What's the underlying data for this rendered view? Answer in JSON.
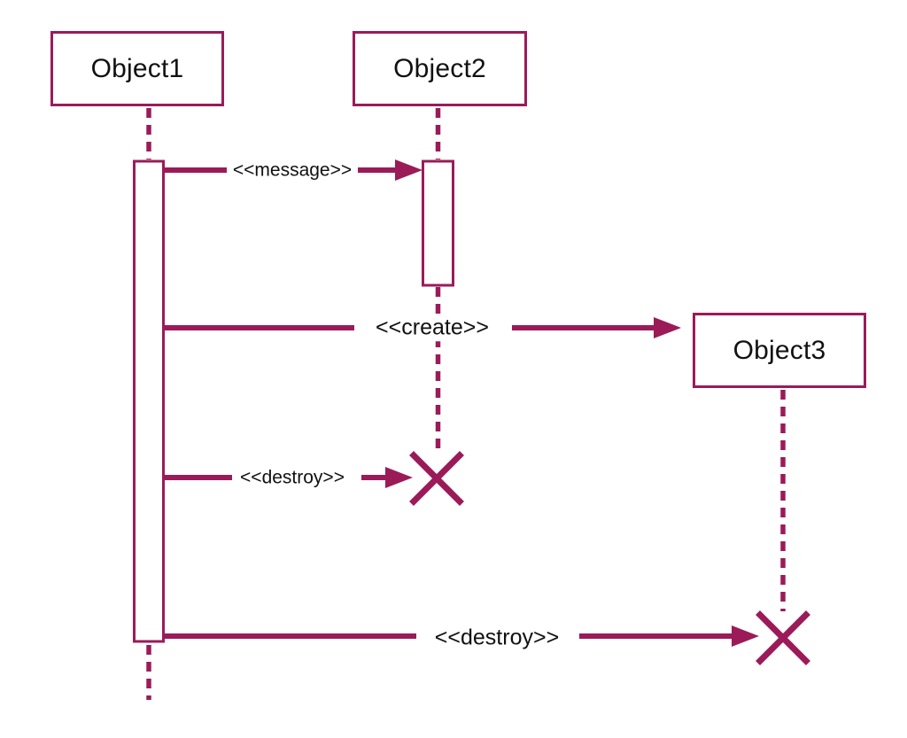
{
  "diagram": {
    "kind": "uml-sequence-diagram",
    "colors": {
      "stroke": "#9B1B59",
      "text": "#111111",
      "background": "#FFFFFF"
    },
    "objects": [
      {
        "label": "Object1"
      },
      {
        "label": "Object2"
      },
      {
        "label": "Object3"
      }
    ],
    "messages": [
      {
        "label": "<<message>>",
        "from": "Object1",
        "to": "Object2",
        "kind": "message"
      },
      {
        "label": "<<create>>",
        "from": "Object1",
        "to": "Object3",
        "kind": "create"
      },
      {
        "label": "<<destroy>>",
        "from": "Object1",
        "to": "Object2",
        "kind": "destroy"
      },
      {
        "label": "<<destroy>>",
        "from": "Object1",
        "to": "Object3",
        "kind": "destroy"
      }
    ]
  }
}
